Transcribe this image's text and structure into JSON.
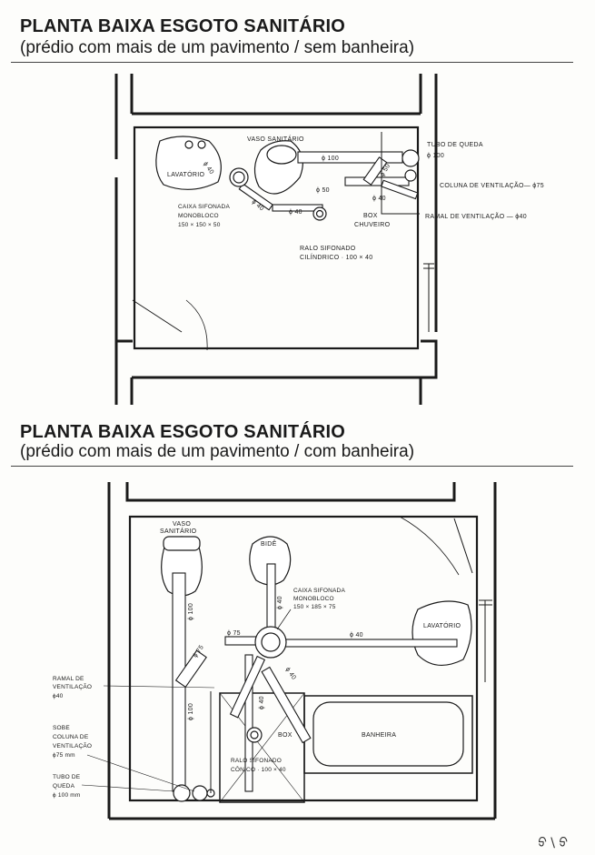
{
  "plan1": {
    "title": "PLANTA BAIXA ESGOTO SANITÁRIO",
    "subtitle": "(prédio com mais de um pavimento / sem banheira)",
    "labels": {
      "vaso": "VASO SANITÁRIO",
      "lavatorio": "LAVATÓRIO",
      "tubo_queda": "TUBO DE QUEDA",
      "d100": "ϕ 100",
      "d100b": "ϕ 100",
      "d50a": "ϕ 50",
      "d50b": "ϕ 50",
      "d40a": "ϕ 40",
      "d40b": "ϕ 40",
      "d40c": "ϕ 40",
      "d40d": "ϕ 40",
      "coluna": "COLUNA DE VENTILAÇÃO— ϕ75",
      "ramal": "RAMAL DE VENTILAÇÃO — ϕ40",
      "caixa1": "CAIXA SIFONADA",
      "caixa2": "MONOBLOCO",
      "caixa3": "150 × 150 × 50",
      "box1": "BOX",
      "box2": "CHUVEIRO",
      "ralo1": "RALO SIFONADO",
      "ralo2": "CILÍNDRICO · 100 × 40"
    }
  },
  "plan2": {
    "title": "PLANTA BAIXA ESGOTO SANITÁRIO",
    "subtitle": "(prédio com mais de um pavimento / com banheira)",
    "labels": {
      "vaso1": "VASO",
      "vaso2": "SANITÁRIO",
      "bide": "BIDÊ",
      "caixa1": "CAIXA SIFONADA",
      "caixa2": "MONOBLOCO",
      "caixa3": "150 × 185 × 75",
      "lavatorio": "LAVATÓRIO",
      "d100a": "ϕ 100",
      "d100b": "ϕ 100",
      "d75a": "ϕ 75",
      "d75b": "ϕ 75",
      "d40a": "ϕ 40",
      "d40b": "ϕ 40",
      "d40c": "ϕ 40",
      "d40d": "ϕ 40",
      "ramal1": "RAMAL DE",
      "ramal2": "VENTILAÇÃO",
      "ramal3": "ϕ40",
      "sobe1": "SOBE",
      "sobe2": "COLUNA DE",
      "sobe3": "VENTILAÇÃO",
      "sobe4": "ϕ75 mm",
      "tubo1": "TUBO DE",
      "tubo2": "QUEDA",
      "tubo3": "ϕ 100 mm",
      "box": "BOX",
      "banheira": "BANHEIRA",
      "ralo1": "RALO SIFONADO",
      "ralo2": "CÔNICO · 100 × 40"
    }
  },
  "footer": "ᢒ \\ ᢒ"
}
